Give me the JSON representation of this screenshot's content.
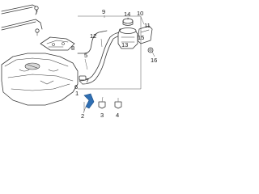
{
  "callouts": [
    {
      "id": "c1",
      "text": "1"
    },
    {
      "id": "c2",
      "text": "2"
    },
    {
      "id": "c3",
      "text": "3"
    },
    {
      "id": "c4",
      "text": "4"
    },
    {
      "id": "c5",
      "text": "5"
    },
    {
      "id": "c6",
      "text": "6"
    },
    {
      "id": "c7",
      "text": "7"
    },
    {
      "id": "c8",
      "text": "8"
    },
    {
      "id": "c9",
      "text": "9"
    },
    {
      "id": "c10",
      "text": "10"
    },
    {
      "id": "c11",
      "text": "11"
    },
    {
      "id": "c12",
      "text": "12"
    },
    {
      "id": "c13",
      "text": "13"
    },
    {
      "id": "c14",
      "text": "14"
    },
    {
      "id": "c15",
      "text": "15"
    },
    {
      "id": "c16",
      "text": "16"
    }
  ],
  "colors": {
    "line": "#3a3a3a",
    "highlight": "#2f6fb3",
    "background": "#ffffff"
  }
}
